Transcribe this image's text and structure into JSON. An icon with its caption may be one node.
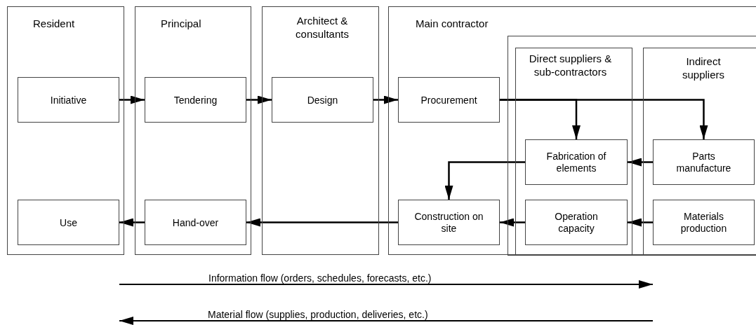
{
  "diagram": {
    "nodes": [
      {
        "text": [
          "Resident"
        ]
      },
      {
        "text": [
          "Initiative"
        ],
        "in": 0
      },
      {
        "text": [
          "Use"
        ],
        "in": 0
      },
      {
        "text": [
          "Principal"
        ]
      },
      {
        "text": [
          "Tendering"
        ],
        "in": 3
      },
      {
        "text": [
          "Hand-over"
        ],
        "in": 3
      },
      {
        "text": [
          "Architect & consultants"
        ]
      },
      {
        "text": [
          "Design"
        ],
        "in": 6
      },
      {
        "text": [
          "Main contractor"
        ]
      },
      {
        "text": [
          "Procurement"
        ],
        "in": 8
      },
      {
        "text": [
          "Construction on site"
        ],
        "in": 8
      },
      {
        "text": [],
        "shape": "box",
        "in": 8
      },
      {
        "text": [
          "Direct suppliers & sub-contractors"
        ],
        "in": 11
      },
      {
        "text": [
          "Fabrication of elements"
        ],
        "in": 12
      },
      {
        "text": [
          "Operation capacity"
        ],
        "in": 12
      },
      {
        "text": [
          "Indirect suppliers"
        ],
        "in": 11
      },
      {
        "text": [
          "Parts manufacture"
        ],
        "in": 15
      },
      {
        "text": [
          "Materials production"
        ],
        "in": 15
      }
    ],
    "edges": [
      {
        "from": 1,
        "to": 4,
        "arrow": "to"
      },
      {
        "from": 4,
        "to": 7,
        "arrow": "to"
      },
      {
        "from": 7,
        "to": 9,
        "arrow": "to"
      },
      {
        "from": 9,
        "to": 13,
        "arrow": "to"
      },
      {
        "from": 9,
        "to": 16,
        "arrow": "to"
      },
      {
        "from": 16,
        "to": 13,
        "arrow": "to"
      },
      {
        "from": 13,
        "to": 10,
        "arrow": "to"
      },
      {
        "from": 17,
        "to": 14,
        "arrow": "to"
      },
      {
        "from": 14,
        "to": 10,
        "arrow": "to"
      },
      {
        "from": 10,
        "to": 5,
        "arrow": "to"
      },
      {
        "from": 5,
        "to": 2,
        "arrow": "to"
      }
    ],
    "labels": [
      "Information flow (orders, schedules, forecasts, etc.)",
      "Material flow (supplies, production, deliveries, etc.)"
    ]
  }
}
